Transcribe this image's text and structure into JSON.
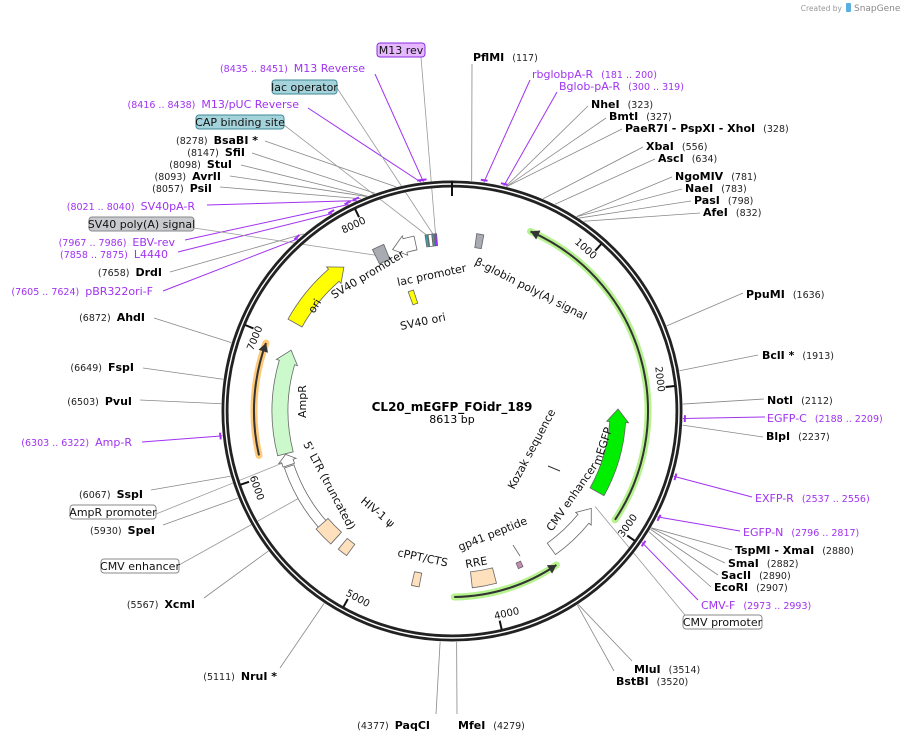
{
  "credit": {
    "created_by": "Created by",
    "brand": "SnapGene"
  },
  "map": {
    "title": "CL20_mEGFP_FOidr_189",
    "length_label": "8613 bp",
    "length": 8613
  },
  "ticks": [
    "1000",
    "2000",
    "3000",
    "4000",
    "5000",
    "6000",
    "7000",
    "8000"
  ],
  "sites": [
    {
      "name": "PflMI",
      "pos": "(117)",
      "bp": 117
    },
    {
      "name": "NheI",
      "pos": "(323)",
      "bp": 323
    },
    {
      "name": "BmtI",
      "pos": "(327)",
      "bp": 327
    },
    {
      "name": "PaeR7I  - PspXI  - XhoI",
      "pos": "(328)",
      "bp": 328
    },
    {
      "name": "XbaI",
      "pos": "(556)",
      "bp": 556
    },
    {
      "name": "AscI",
      "pos": "(634)",
      "bp": 634
    },
    {
      "name": "NgoMIV",
      "pos": "(781)",
      "bp": 781
    },
    {
      "name": "NaeI",
      "pos": "(783)",
      "bp": 783
    },
    {
      "name": "PasI",
      "pos": "(798)",
      "bp": 798
    },
    {
      "name": "AfeI",
      "pos": "(832)",
      "bp": 832
    },
    {
      "name": "PpuMI",
      "pos": "(1636)",
      "bp": 1636
    },
    {
      "name": "BclI *",
      "pos": "(1913)",
      "bp": 1913
    },
    {
      "name": "NotI",
      "pos": "(2112)",
      "bp": 2112
    },
    {
      "name": "BlpI",
      "pos": "(2237)",
      "bp": 2237
    },
    {
      "name": "TspMI  - XmaI",
      "pos": "(2880)",
      "bp": 2880
    },
    {
      "name": "SmaI",
      "pos": "(2882)",
      "bp": 2882
    },
    {
      "name": "SacII",
      "pos": "(2890)",
      "bp": 2890
    },
    {
      "name": "EcoRI",
      "pos": "(2907)",
      "bp": 2907
    },
    {
      "name": "MluI",
      "pos": "(3514)",
      "bp": 3514
    },
    {
      "name": "BstBI",
      "pos": "(3520)",
      "bp": 3520
    },
    {
      "name": "MfeI",
      "pos": "(4279)",
      "bp": 4279
    },
    {
      "name": "PaqCI",
      "pos": "(4377)",
      "bp": 4377
    },
    {
      "name": "NruI *",
      "pos": "(5111)",
      "bp": 5111
    },
    {
      "name": "XcmI",
      "pos": "(5567)",
      "bp": 5567
    },
    {
      "name": "SpeI",
      "pos": "(5930)",
      "bp": 5930
    },
    {
      "name": "SspI",
      "pos": "(6067)",
      "bp": 6067
    },
    {
      "name": "PvuI",
      "pos": "(6503)",
      "bp": 6503
    },
    {
      "name": "FspI",
      "pos": "(6649)",
      "bp": 6649
    },
    {
      "name": "AhdI",
      "pos": "(6872)",
      "bp": 6872
    },
    {
      "name": "DrdI",
      "pos": "(7658)",
      "bp": 7658
    },
    {
      "name": "PsiI",
      "pos": "(8057)",
      "bp": 8057
    },
    {
      "name": "AvrII",
      "pos": "(8093)",
      "bp": 8093
    },
    {
      "name": "StuI",
      "pos": "(8098)",
      "bp": 8098
    },
    {
      "name": "SfiI",
      "pos": "(8147)",
      "bp": 8147
    },
    {
      "name": "BsaBI *",
      "pos": "(8278)",
      "bp": 8278
    }
  ],
  "primers": [
    {
      "name": "M13 Reverse",
      "range": "(8435 .. 8451)",
      "bp": 8443
    },
    {
      "name": "M13/pUC Reverse",
      "range": "(8416 .. 8438)",
      "bp": 8427
    },
    {
      "name": "SV40pA-R",
      "range": "(8021 .. 8040)",
      "bp": 8030
    },
    {
      "name": "EBV-rev",
      "range": "(7967 .. 7986)",
      "bp": 7976
    },
    {
      "name": "L4440",
      "range": "(7858 .. 7875)",
      "bp": 7866
    },
    {
      "name": "pBR322ori-F",
      "range": "(7605 .. 7624)",
      "bp": 7614
    },
    {
      "name": "Amp-R",
      "range": "(6303 .. 6322)",
      "bp": 6312
    },
    {
      "name": "rbglobpA-R",
      "range": "(181 .. 200)",
      "bp": 190
    },
    {
      "name": "Bglob-pA-R",
      "range": "(300 .. 319)",
      "bp": 310
    },
    {
      "name": "EGFP-C",
      "range": "(2188 .. 2209)",
      "bp": 2198
    },
    {
      "name": "EXFP-R",
      "range": "(2537 .. 2556)",
      "bp": 2546
    },
    {
      "name": "EGFP-N",
      "range": "(2796 .. 2817)",
      "bp": 2806
    },
    {
      "name": "CMV-F",
      "range": "(2973 .. 2993)",
      "bp": 2983
    }
  ],
  "features": [
    {
      "label": "SV40 promoter",
      "start": 8130,
      "end": 8320,
      "dir": -1,
      "fill": "#ffffff"
    },
    {
      "label": "lac promoter",
      "start": 8428,
      "end": 8456,
      "dir": 0,
      "fill": "#ffffff"
    },
    {
      "label": "CAP binding site",
      "start": 8404,
      "end": 8424,
      "dir": 0,
      "fill": "#3aa0b0"
    },
    {
      "label": "lac operator",
      "start": 8458,
      "end": 8474,
      "dir": 0,
      "fill": "#3aa0b0"
    },
    {
      "label": "M13 rev",
      "start": 8476,
      "end": 8494,
      "dir": 0,
      "fill": "#9b30ff"
    },
    {
      "label": "β-globin poly(A) signal",
      "start": 190,
      "end": 245,
      "dir": 0,
      "fill": "#a8abb2"
    },
    {
      "label": "SV40 ori",
      "start": 8130,
      "end": 8190,
      "dir": 0,
      "fill": "#ffff00"
    },
    {
      "label": "ori",
      "start": 7160,
      "end": 7730,
      "dir": 1,
      "fill": "#ffff00"
    },
    {
      "label": "AmpR",
      "start": 6115,
      "end": 6955,
      "dir": 1,
      "fill": "#ccf9cc"
    },
    {
      "label": "AmpR promoter",
      "start": 6020,
      "end": 6110,
      "dir": 1,
      "fill": "#ffffff"
    },
    {
      "label": "5' LTR (truncated)",
      "start": 5320,
      "end": 6010,
      "dir": 0,
      "fill": "#ffffff"
    },
    {
      "label": "HIV-1 ψ",
      "start": 5170,
      "end": 5250,
      "dir": 0,
      "fill": "#ffe0bd"
    },
    {
      "label": "cPPT/CTS",
      "start": 4560,
      "end": 4620,
      "dir": 0,
      "fill": "#ffe0bd"
    },
    {
      "label": "RRE",
      "start": 3960,
      "end": 4150,
      "dir": 0,
      "fill": "#ffe0bd"
    },
    {
      "label": "gp41 peptide",
      "start": 3720,
      "end": 3760,
      "dir": 0,
      "fill": "#c58eb0"
    },
    {
      "label": "CMV enhancer",
      "start": 2990,
      "end": 3450,
      "dir": -1,
      "fill": "#ffffff"
    },
    {
      "label": "Kozak sequence",
      "start": 2838,
      "end": 2845,
      "dir": 0,
      "fill": "#ffffff"
    },
    {
      "label": "mEGFP",
      "start": 2137,
      "end": 2850,
      "dir": -1,
      "fill": "#00ee00"
    },
    {
      "label": "CMV enhancer",
      "start": 5700,
      "end": 5800,
      "dir": 0,
      "fill": "#ffffff"
    },
    {
      "label": "CMV promoter",
      "start": 2920,
      "end": 2990,
      "dir": 0,
      "fill": "#ffffff"
    },
    {
      "label": "SV40 poly(A) signal",
      "start": 7985,
      "end": 8080,
      "dir": 0,
      "fill": "#a8abb2"
    }
  ],
  "orfs": [
    {
      "start": 565,
      "end": 2960,
      "dir": -1,
      "halo": "#b6f28e"
    },
    {
      "start": 3490,
      "end": 4290,
      "dir": -1,
      "halo": "#b6f28e"
    },
    {
      "start": 6150,
      "end": 6940,
      "dir": 1,
      "halo": "#ffc97a"
    }
  ],
  "colors": {
    "primer": "#a032f0",
    "ring": "#222222"
  }
}
